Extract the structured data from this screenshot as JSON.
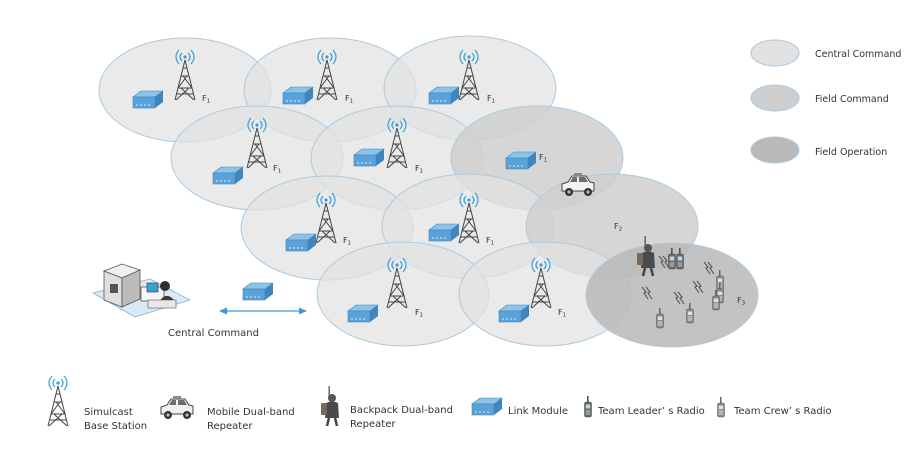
{
  "zone_legend": {
    "central": "Central Command",
    "field": "Field Command",
    "operation": "Field Operation"
  },
  "colors": {
    "central_fill": "#e2e2e2",
    "field_fill": "#cfcfcf",
    "operation_fill": "#b9b9b9",
    "cell_stroke": "#a9cbe3",
    "link_module": "#5aa2d8",
    "arrow": "#3b98d6",
    "signal": "#3aa0d8"
  },
  "cell_labels": {
    "f1": "F1",
    "f2": "F2",
    "f3": "F3"
  },
  "central_command_label": "Central Command",
  "bottom_legend": {
    "base_station": [
      "Simulcast",
      "Base Station"
    ],
    "mobile_repeater": [
      "Mobile Dual-band",
      "Repeater"
    ],
    "backpack_repeater": [
      "Backpack Dual-band",
      "Repeater"
    ],
    "link_module": "Link Module",
    "leader_radio": "Team Leader’ s Radio",
    "crew_radio": "Team Crew’ s Radio"
  },
  "icons": {
    "tower": "simulcast-base-station-icon",
    "link": "link-module-icon",
    "vehicle": "mobile-repeater-vehicle-icon",
    "backpack": "backpack-repeater-icon",
    "leader": "team-leader-radio-icon",
    "crew": "team-crew-radio-icon",
    "server": "server-icon",
    "operator": "dispatcher-operator-icon"
  }
}
